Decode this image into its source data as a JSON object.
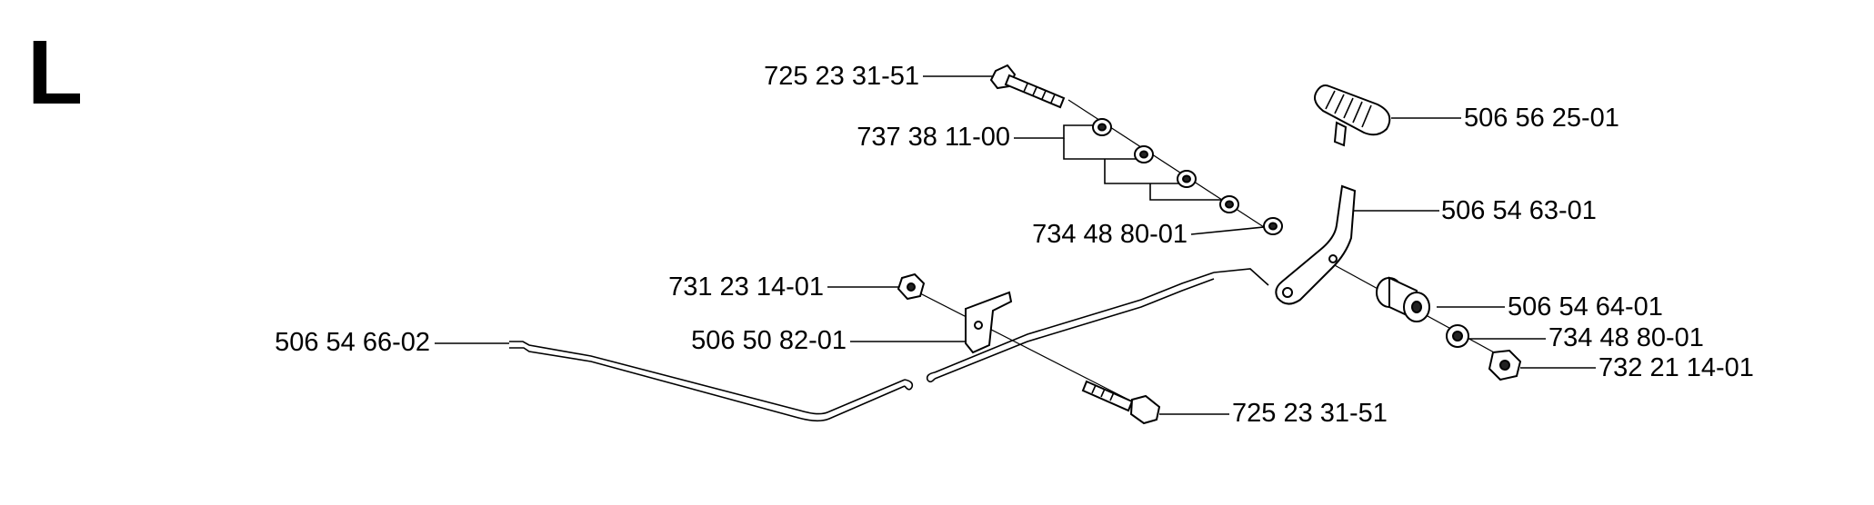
{
  "section_letter": "L",
  "parts": [
    {
      "id": "p1",
      "number": "725 23 31-51",
      "name": "bolt"
    },
    {
      "id": "p2",
      "number": "737 38 11-00",
      "name": "washer-stack"
    },
    {
      "id": "p3",
      "number": "734 48 80-01",
      "name": "washer"
    },
    {
      "id": "p4",
      "number": "731 23 14-01",
      "name": "nut"
    },
    {
      "id": "p5",
      "number": "506 54 66-02",
      "name": "rod"
    },
    {
      "id": "p6",
      "number": "506 50 82-01",
      "name": "bracket"
    },
    {
      "id": "p7",
      "number": "725 23 31-51",
      "name": "bolt"
    },
    {
      "id": "p8",
      "number": "506 56 25-01",
      "name": "knob"
    },
    {
      "id": "p9",
      "number": "506 54 63-01",
      "name": "lever"
    },
    {
      "id": "p10",
      "number": "506 54 64-01",
      "name": "spacer"
    },
    {
      "id": "p11",
      "number": "734 48 80-01",
      "name": "washer"
    },
    {
      "id": "p12",
      "number": "732 21 14-01",
      "name": "nut"
    }
  ]
}
